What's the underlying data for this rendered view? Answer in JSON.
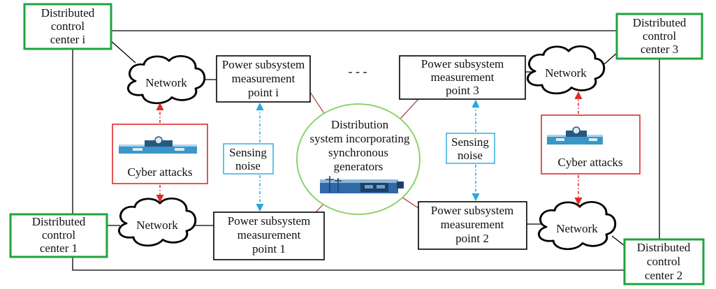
{
  "control_centers": {
    "i": [
      "Distributed",
      "control",
      "center i"
    ],
    "three": [
      "Distributed",
      "control",
      "center 3"
    ],
    "one": [
      "Distributed",
      "control",
      "center 1"
    ],
    "two": [
      "Distributed",
      "control",
      "center 2"
    ]
  },
  "network_label": "Network",
  "measurement_points": {
    "i": [
      "Power subsystem",
      "measurement",
      "point i"
    ],
    "three": [
      "Power subsystem",
      "measurement",
      "point 3"
    ],
    "one": [
      "Power subsystem",
      "measurement",
      "point 1"
    ],
    "two": [
      "Power subsystem",
      "measurement",
      "point 2"
    ]
  },
  "ellipsis": "- - -",
  "distribution_system": [
    "Distribution",
    "system incorporating",
    "synchronous",
    "generators"
  ],
  "sensing_noise": [
    "Sensing",
    "noise"
  ],
  "cyber_attacks": "Cyber attacks",
  "colors": {
    "control_center_border": "#1fa33c",
    "cyber_attack": "#e02a2a",
    "sensing_noise": "#26a9e0",
    "distribution_link": "#b5524e",
    "distribution_ellipse": "#8cd36e"
  }
}
